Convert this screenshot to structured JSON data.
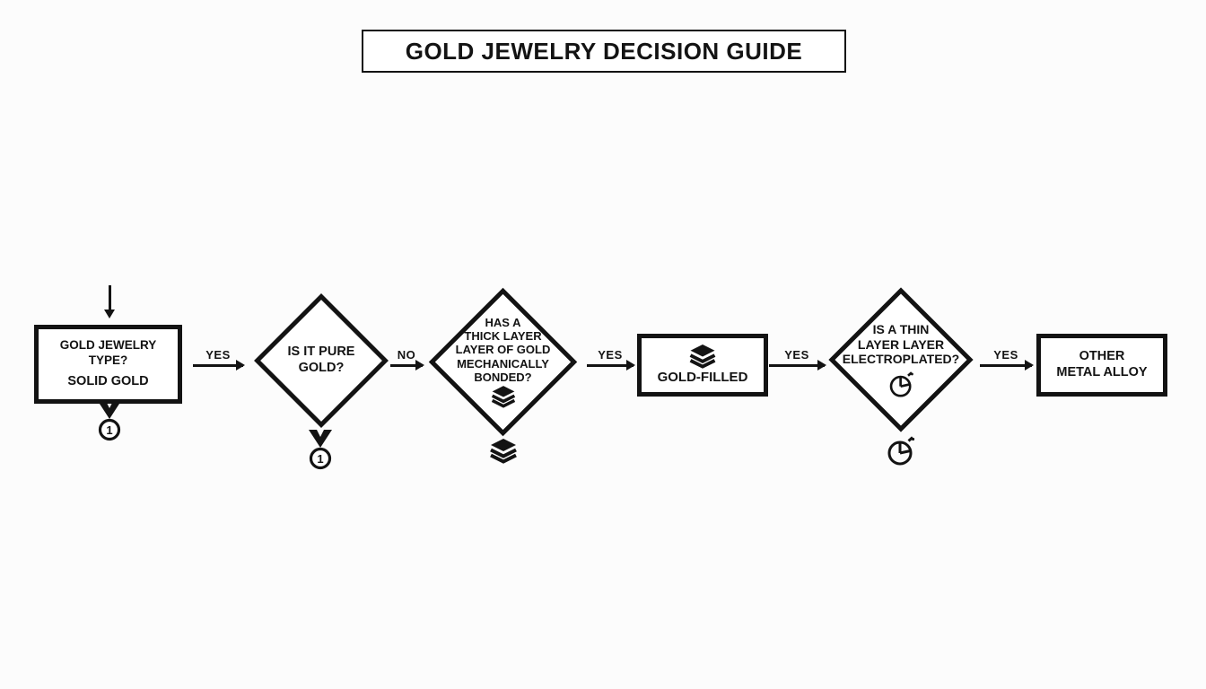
{
  "title": "GOLD JEWELRY DECISION GUIDE",
  "flowchart": {
    "nodes": [
      {
        "id": "start",
        "type": "rect",
        "label": "GOLD JEWELRY\nTYPE?",
        "sublabel": "SOLID GOLD",
        "below_icon": "medal-icon"
      },
      {
        "id": "pure-gold",
        "type": "diamond",
        "label": "IS IT PURE\nGOLD?",
        "below_icon": "medal-icon"
      },
      {
        "id": "thick-layer",
        "type": "diamond",
        "label": "HAS A\nTHICK LAYER\nLAYER OF GOLD\nMECHANICALLY\nBONDED?",
        "inner_icon": "layers-icon",
        "below_icon": "layers-icon"
      },
      {
        "id": "gold-filled",
        "type": "rect",
        "label": "GOLD-FILLED",
        "inner_icon": "layers-icon"
      },
      {
        "id": "thin-layer",
        "type": "diamond",
        "label": "IS A THIN\nLAYER LAYER\nELECTROPLATED?",
        "inner_icon": "clock-icon",
        "below_icon": "clock-icon"
      },
      {
        "id": "other-metal",
        "type": "rect",
        "label": "OTHER\nMETAL ALLOY"
      }
    ],
    "edges": [
      {
        "from": "start",
        "to": "pure-gold",
        "label": "YES"
      },
      {
        "from": "pure-gold",
        "to": "thick-layer",
        "label": "NO"
      },
      {
        "from": "thick-layer",
        "to": "gold-filled",
        "label": "YES"
      },
      {
        "from": "gold-filled",
        "to": "thin-layer",
        "label": "YES"
      },
      {
        "from": "thin-layer",
        "to": "other-metal",
        "label": "YES"
      }
    ]
  },
  "icons": {
    "medal_number": "1"
  },
  "colors": {
    "ink": "#131313",
    "background": "#fcfcfc",
    "node_fill": "#ffffff"
  }
}
